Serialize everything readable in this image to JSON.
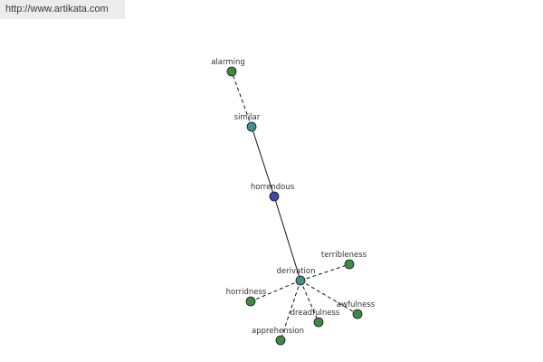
{
  "header": {
    "url": "http://www.artikata.com"
  },
  "colors": {
    "center": "#3a4aa8",
    "relation": "#3f8f8a",
    "leaf": "#3d8a45"
  },
  "graph": {
    "nodes": {
      "alarming": "alarming",
      "similar": "similar",
      "horrendous": "horrendous",
      "derivation": "derivation",
      "terribleness": "terribleness",
      "horridness": "horridness",
      "awfulness": "awfulness",
      "dreadfulness": "dreadfulness",
      "apprehension": "apprehension"
    }
  }
}
